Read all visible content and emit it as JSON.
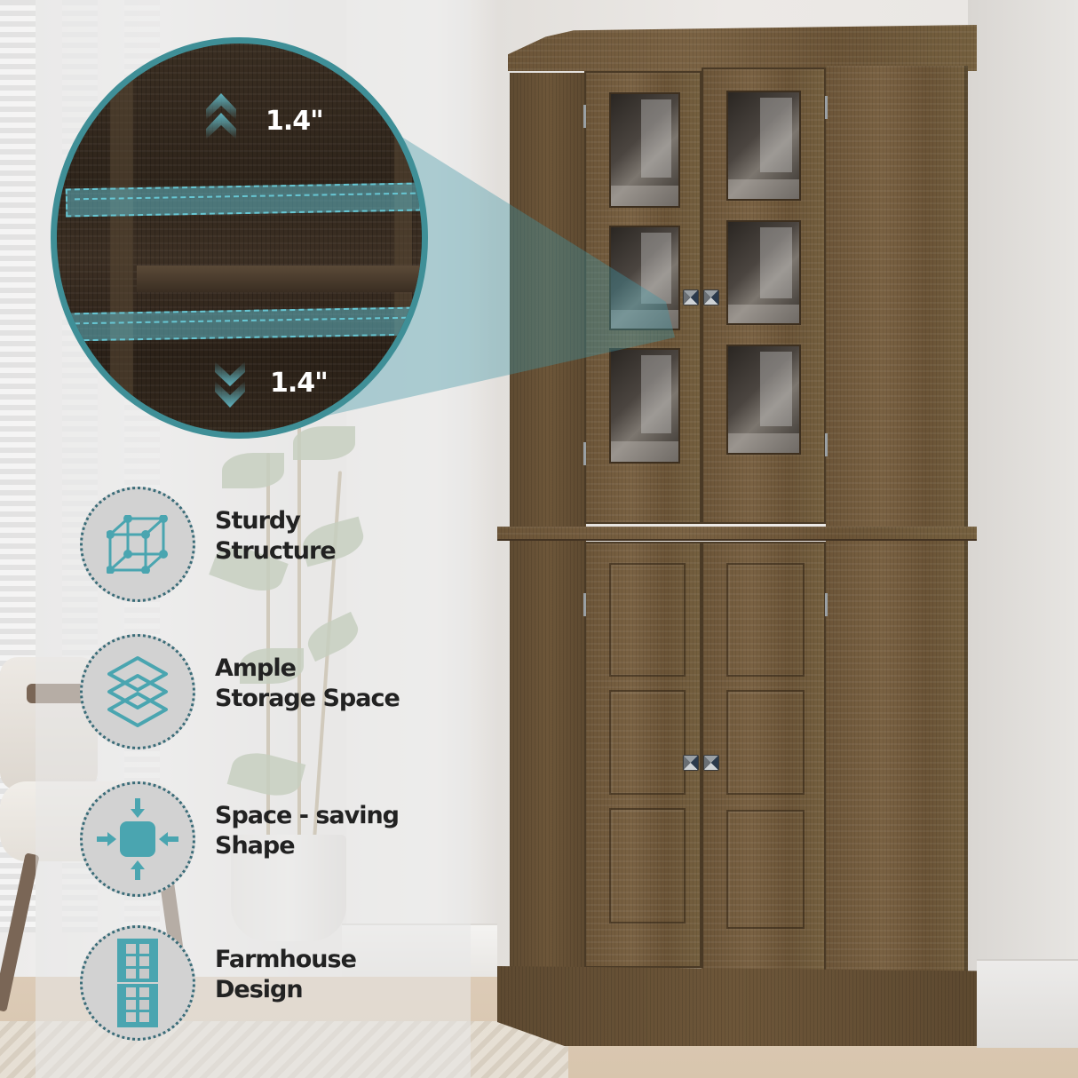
{
  "colors": {
    "accent_teal": "#4aa5b0",
    "ring_teal": "#3f8f97",
    "text_dark": "#222222",
    "icon_bg": "#d2d2d2",
    "wood": "#6c5538"
  },
  "callout": {
    "top_measure": "1.4\"",
    "bottom_measure": "1.4\"",
    "top_icon": "double-chevron-up-icon",
    "bottom_icon": "double-chevron-down-icon"
  },
  "features": [
    {
      "icon": "cube-structure-icon",
      "line1": "Sturdy",
      "line2": "Structure"
    },
    {
      "icon": "layers-icon",
      "line1": "Ample",
      "line2": "Storage Space"
    },
    {
      "icon": "compress-arrows-icon",
      "line1": "Space - saving",
      "line2": "Shape"
    },
    {
      "icon": "cabinet-door-icon",
      "line1": "Farmhouse",
      "line2": "Design"
    }
  ],
  "product": {
    "type": "corner cabinet",
    "upper_doors": "glass panel doors",
    "lower_doors": "raised panel doors"
  }
}
